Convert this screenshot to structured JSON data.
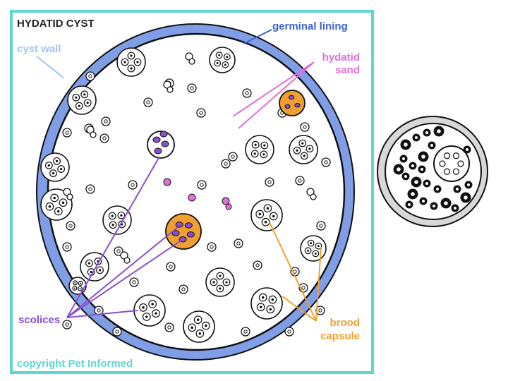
{
  "diagram": {
    "title": "HYDATID CYST",
    "labels": {
      "cyst_wall": "cyst wall",
      "germinal_lining": "germinal lining",
      "hydatid_sand_line1": "hydatid",
      "hydatid_sand_line2": "sand",
      "scolices": "scolices",
      "brood_capsule_line1": "brood",
      "brood_capsule_line2": "capsule"
    },
    "copyright": "copyright Pet Informed"
  },
  "colors": {
    "frame": "#5fd6d2",
    "cyst_wall": "#7f9ee6",
    "cyst_wall_label": "#9fc4f0",
    "germinal_lining_label": "#3b63c9",
    "hydatid_sand": "#e070d8",
    "scolices": "#8a4fd0",
    "brood_capsule": "#f0a030",
    "copyright": "#5fd6d2"
  },
  "icons": [
    "brood-capsule-icon",
    "scolex-icon",
    "hydatid-sand-icon",
    "cross-section-icon"
  ]
}
